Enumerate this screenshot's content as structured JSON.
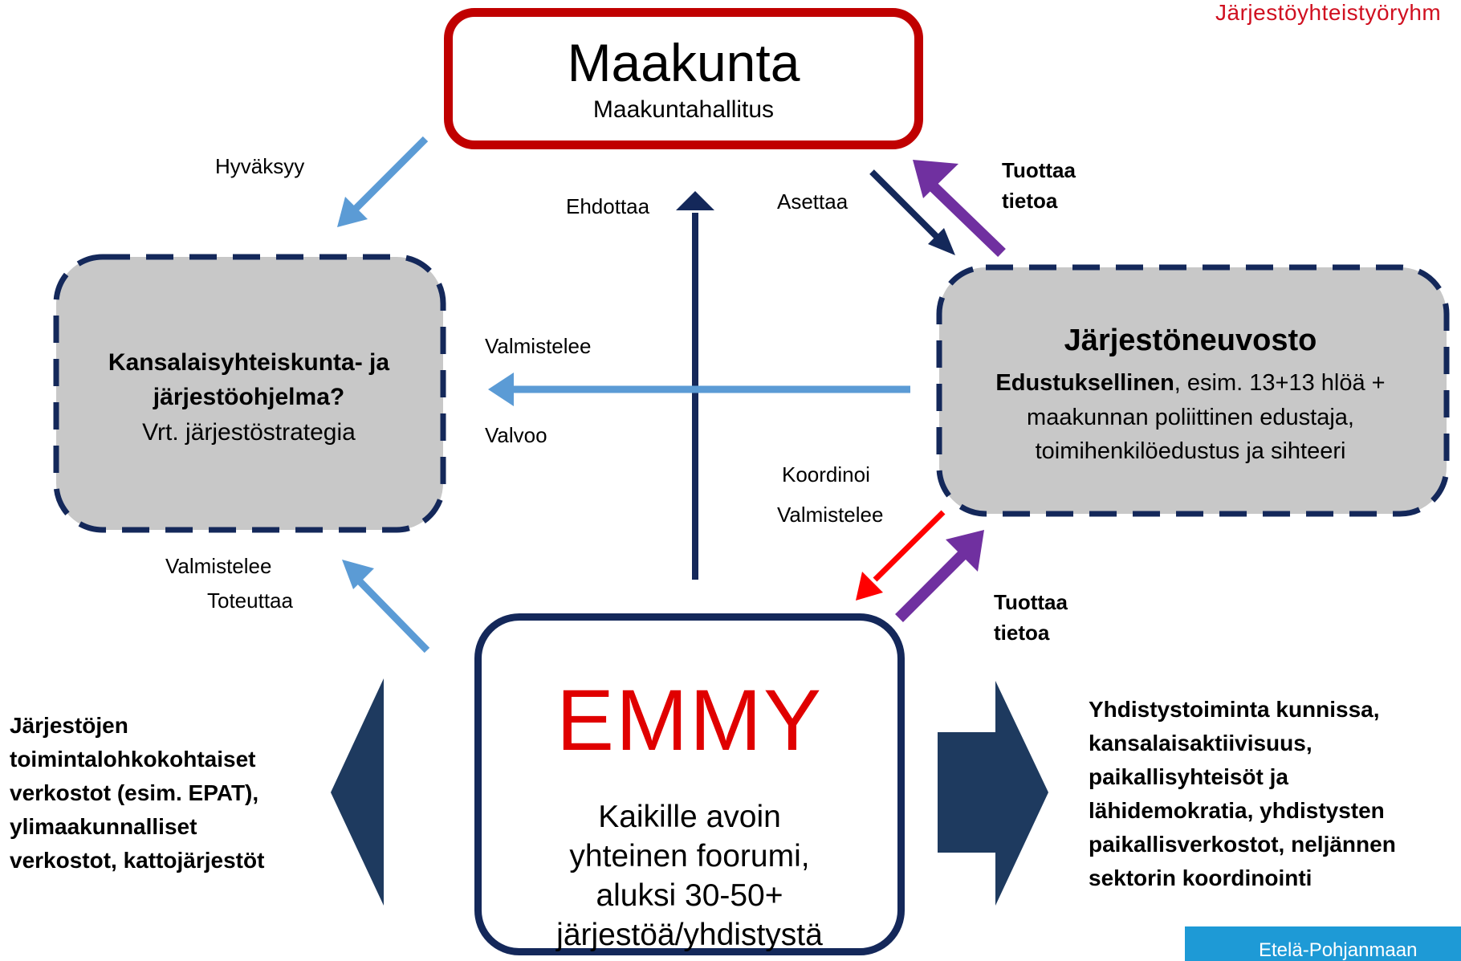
{
  "header": {
    "text": "Järjestöyhteistyöryhm"
  },
  "maakunta": {
    "title": "Maakunta",
    "subtitle": "Maakuntahallitus"
  },
  "left_box": {
    "title_line1": "Kansalaisyhteiskunta- ja",
    "title_line2": "järjestöohjelma?",
    "note": "Vrt. järjestöstrategia"
  },
  "right_box": {
    "title": "Järjestöneuvosto",
    "line1_bold": "Edustuksellinen",
    "line1_rest": ", esim. 13+13 hlöä +",
    "line2": "maakunnan poliittinen edustaja,",
    "line3": "toimihenkilöedustus ja sihteeri"
  },
  "emmy": {
    "title": "EMMY",
    "desc_lines": [
      "Kaikille avoin",
      "yhteinen foorumi,",
      "aluksi 30-50+",
      "järjestöä/yhdistystä"
    ]
  },
  "labels": {
    "hyvaksyy": "Hyväksyy",
    "ehdottaa": "Ehdottaa",
    "asettaa": "Asettaa",
    "tuottaa_top_1": "Tuottaa",
    "tuottaa_top_2": "tietoa",
    "valmistelee_mid": "Valmistelee",
    "valvoo": "Valvoo",
    "koordinoi": "Koordinoi",
    "valmistelee_right": "Valmistelee",
    "valmistelee_left": "Valmistelee",
    "toteuttaa": "Toteuttaa",
    "tuottaa_bottom_1": "Tuottaa",
    "tuottaa_bottom_2": "tietoa"
  },
  "left_text": [
    "Järjestöjen",
    "toimintalohkokohtaiset",
    "verkostot (esim. EPAT),",
    "ylimaakunnalliset",
    "verkostot, kattojärjestöt"
  ],
  "right_text": [
    "Yhdistystoiminta kunnissa,",
    "kansalaisaktiivisuus,",
    "paikallisyhteisöt ja",
    "lähidemokratia, yhdistysten",
    "paikallisverkostot, neljännen",
    "sektorin koordinointi"
  ],
  "footer": {
    "text": "Etelä-Pohjanmaan"
  },
  "colors": {
    "red_border": "#c00000",
    "navy": "#14285a",
    "light_blue": "#5b9bd5",
    "purple": "#7030a0",
    "red_arrow": "#ff0000",
    "grey": "#c8c8c8",
    "emmy_red": "#e00000"
  }
}
